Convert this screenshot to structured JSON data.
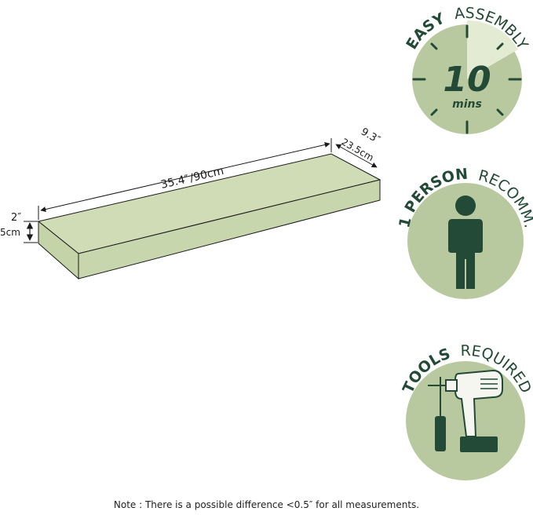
{
  "colors": {
    "shelf_top": "#cfdcb5",
    "shelf_front": "#c4d3a8",
    "badge_bg": "#b9c99f",
    "badge_light": "#e3ebd3",
    "dark_green": "#234a36",
    "ink": "#1a1a1a"
  },
  "shelf": {
    "length_in": "35.4″",
    "length_cm": "/90cm",
    "depth_in": "9.3″",
    "depth_cm": "23.5cm",
    "height_in": "2″",
    "height_cm": "5cm"
  },
  "badges": {
    "assembly": {
      "title_bold": "EASY",
      "title_rest": "ASSEMBLY",
      "time_value": "10",
      "time_unit": "mins",
      "icon": "stopwatch-icon"
    },
    "person": {
      "title_bold": "1 PERSON",
      "title_rest": "RECOMM.",
      "icon": "person-icon"
    },
    "tools": {
      "title_bold": "TOOLS",
      "title_rest": "REQUIRED",
      "icon": "drill-screwdriver-icon"
    }
  },
  "note": "Note : There is a possible difference <0.5″ for all measurements."
}
